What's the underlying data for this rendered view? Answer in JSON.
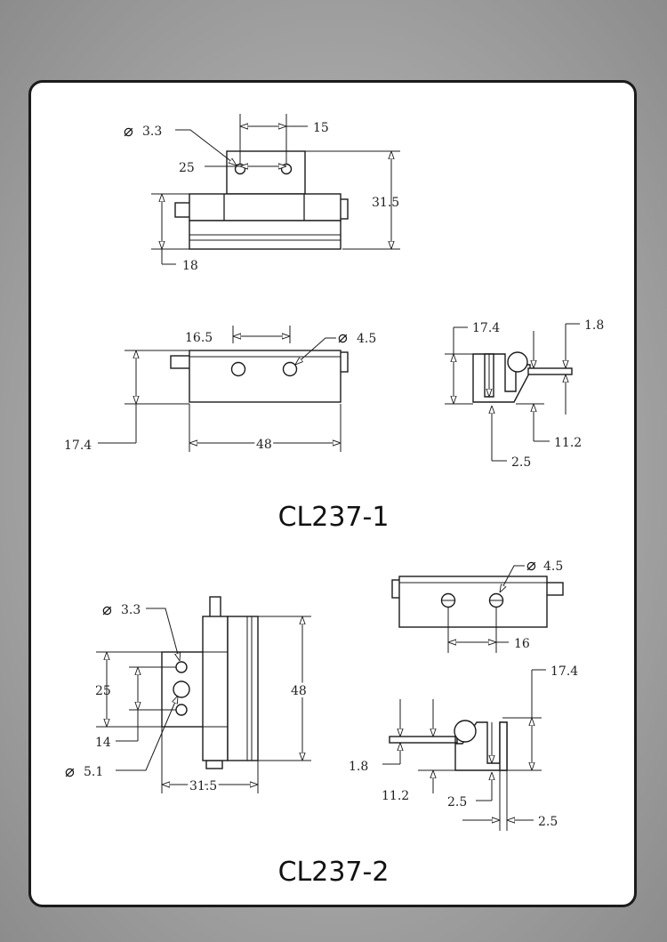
{
  "model_1": {
    "title": "CL237-1",
    "top_view": {
      "hole_dia": "3.3",
      "hole_spacing": "15",
      "overall_length": "25",
      "total_height": "31.5",
      "knuckle_height": "18"
    },
    "front_view": {
      "hole_spacing": "16.5",
      "hole_dia": "4.5",
      "height": "17.4",
      "width": "48"
    },
    "side_view": {
      "height": "17.4",
      "thickness": "1.8",
      "offset": "11.2",
      "gap": "2.5"
    }
  },
  "model_2": {
    "title": "CL237-2",
    "left_view": {
      "hole_dia_small": "3.3",
      "hole_dia_large": "5.1",
      "hole_span": "25",
      "edge_offset": "14",
      "length": "48",
      "width": "31.5"
    },
    "top_view": {
      "hole_dia": "4.5",
      "hole_spacing": "16"
    },
    "side_view": {
      "height": "17.4",
      "thickness": "1.8",
      "offset": "11.2",
      "gap": "2.5",
      "plate": "2.5"
    }
  }
}
